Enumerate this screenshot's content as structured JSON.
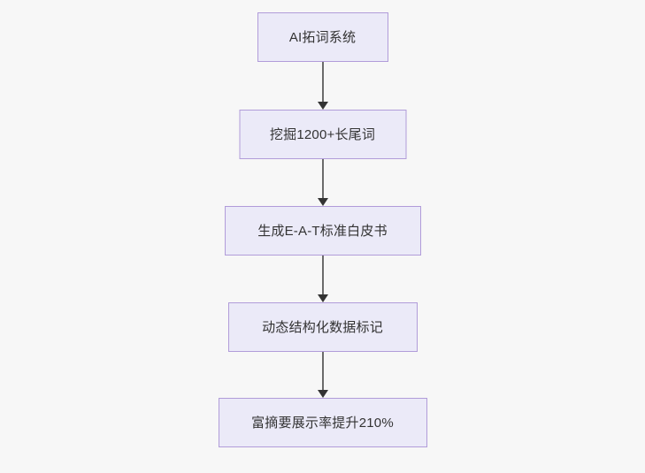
{
  "diagram": {
    "type": "flowchart",
    "direction": "top-down",
    "background_color": "#f7f7f7",
    "node_fill_color": "#ebeaf8",
    "node_border_color": "#b19cd9",
    "node_text_color": "#333333",
    "edge_color": "#6b6b6b",
    "arrowhead_color": "#333333",
    "nodes": [
      {
        "id": "node-1",
        "label": "AI拓词系统"
      },
      {
        "id": "node-2",
        "label": "挖掘1200+长尾词"
      },
      {
        "id": "node-3",
        "label": "生成E-A-T标准白皮书"
      },
      {
        "id": "node-4",
        "label": "动态结构化数据标记"
      },
      {
        "id": "node-5",
        "label": "富摘要展示率提升210%"
      }
    ],
    "edges": [
      {
        "id": "edge-1",
        "from": "node-1",
        "to": "node-2",
        "label": ""
      },
      {
        "id": "edge-2",
        "from": "node-2",
        "to": "node-3",
        "label": ""
      },
      {
        "id": "edge-3",
        "from": "node-3",
        "to": "node-4",
        "label": ""
      },
      {
        "id": "edge-4",
        "from": "node-4",
        "to": "node-5",
        "label": ""
      }
    ]
  }
}
